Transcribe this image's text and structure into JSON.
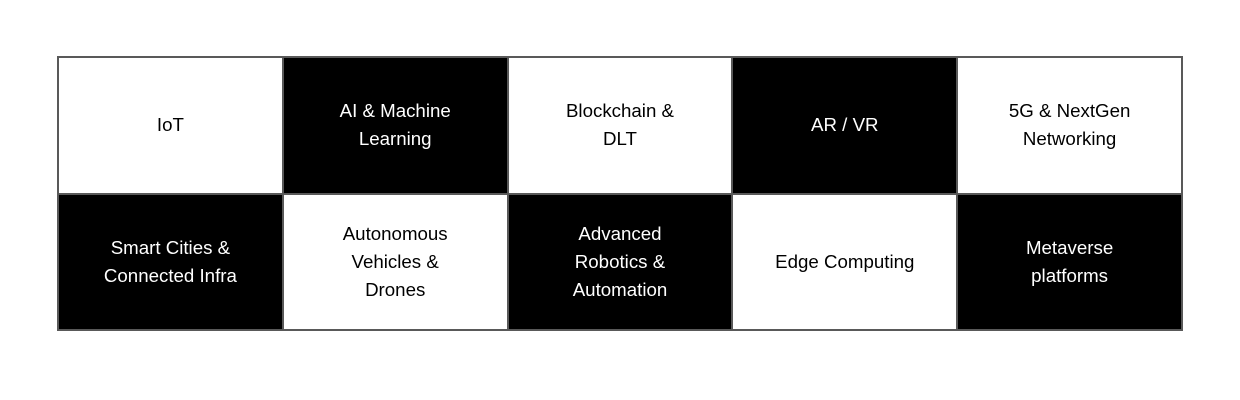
{
  "page": {
    "background": "#ffffff"
  },
  "grid": {
    "type": "table",
    "columns": 5,
    "row_count": 2,
    "border_color": "#595959",
    "cell_colors": {
      "black_cell_bg": "#000000",
      "black_cell_text": "#ffffff",
      "white_cell_bg": "#ffffff",
      "white_cell_text": "#000000"
    },
    "rows": [
      {
        "cells": [
          {
            "label": "IoT",
            "variant": "white"
          },
          {
            "label": "AI & Machine\nLearning",
            "variant": "black"
          },
          {
            "label": "Blockchain &\nDLT",
            "variant": "white"
          },
          {
            "label": "AR / VR",
            "variant": "black"
          },
          {
            "label": "5G & NextGen\nNetworking",
            "variant": "white"
          }
        ]
      },
      {
        "cells": [
          {
            "label": "Smart Cities &\nConnected Infra",
            "variant": "black"
          },
          {
            "label": "Autonomous\nVehicles &\nDrones",
            "variant": "white"
          },
          {
            "label": "Advanced\nRobotics &\nAutomation",
            "variant": "black"
          },
          {
            "label": "Edge Computing",
            "variant": "white"
          },
          {
            "label": "Metaverse\nplatforms",
            "variant": "black"
          }
        ]
      }
    ]
  }
}
